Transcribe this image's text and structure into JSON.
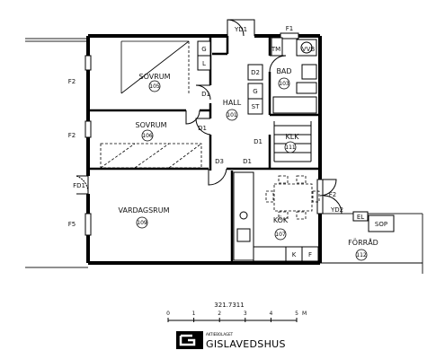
{
  "rooms": {
    "sovrum1": {
      "label": "SOVRUM",
      "number": "105"
    },
    "sovrum2": {
      "label": "SOVRUM",
      "number": "106"
    },
    "hall": {
      "label": "HALL",
      "number": "101"
    },
    "bad": {
      "label": "BAD",
      "number": "103"
    },
    "klk": {
      "label": "KLK",
      "number": "111"
    },
    "vardagsrum": {
      "label": "VARDAGSRUM",
      "number": "109"
    },
    "kok": {
      "label": "KÖK",
      "number": "107"
    },
    "forrad": {
      "label": "FÖRRÅD",
      "number": "112"
    }
  },
  "symbols": {
    "yd1": "YD1",
    "f1": "F1",
    "tm": "TM",
    "vvb": "VVB",
    "g1": "G",
    "l1": "L",
    "d2": "D2",
    "g2": "G",
    "st": "ST",
    "d1_hall": "D1",
    "d1_sov2": "D1",
    "d3": "D3",
    "d1_bottom": "D1",
    "d1_klk": "D1",
    "f2_top": "F2",
    "f2_mid": "F2",
    "f2_right": "F2",
    "fd1": "FD1",
    "f5": "F5",
    "yd2": "YD2",
    "el": "EL",
    "sop": "SOP",
    "k": "K",
    "f": "F"
  },
  "scale": {
    "label": "321.7311",
    "ticks": [
      "0",
      "1",
      "2",
      "3",
      "4",
      "5"
    ],
    "unit": "M"
  },
  "logo": {
    "company_small": "AKTIEBOLAGET",
    "company": "GISLAVEDSHUS"
  }
}
